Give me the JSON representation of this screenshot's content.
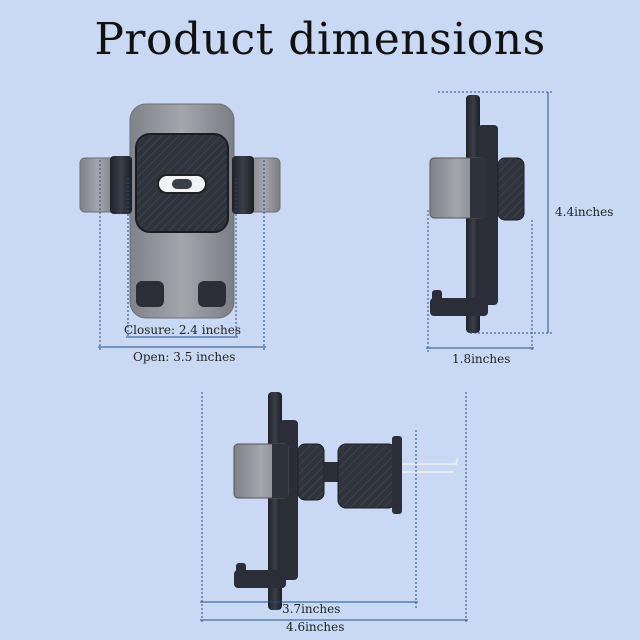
{
  "title": "Product dimensions",
  "views": {
    "front": {
      "closure_label": "Closure: 2.4 inches",
      "open_label": "Open: 3.5 inches"
    },
    "side": {
      "height_label": "4.4inches",
      "depth_label": "1.8inches"
    },
    "side_extended": {
      "short_label": "3.7inches",
      "long_label": "4.6inches"
    }
  },
  "colors": {
    "background": "#c9d9f3",
    "dimension_line": "#1f4f8a",
    "device_dark": "#2b2e36",
    "device_gray": "#8a8d93"
  }
}
